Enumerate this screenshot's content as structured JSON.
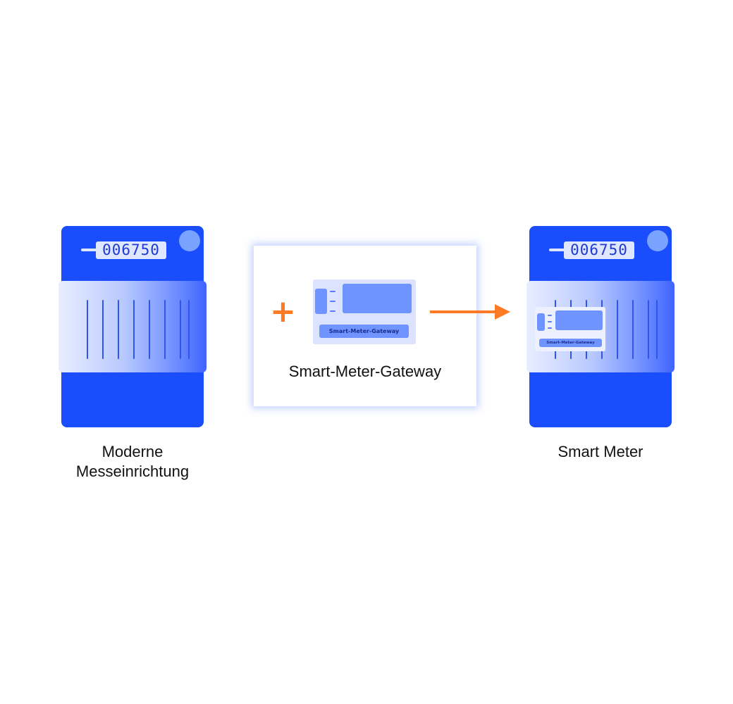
{
  "colors": {
    "meter": "#1a4dfb",
    "accent": "#ff7a24"
  },
  "meter_left": {
    "reading": "006750",
    "label_line1": "Moderne",
    "label_line2": "Messeinrichtung"
  },
  "gateway": {
    "device_label": "Smart-Meter-Gateway",
    "caption": "Smart-Meter-Gateway",
    "plus_symbol": "+"
  },
  "meter_right": {
    "reading": "006750",
    "gateway_label": "Smart-Meter-Gateway",
    "label": "Smart Meter"
  }
}
